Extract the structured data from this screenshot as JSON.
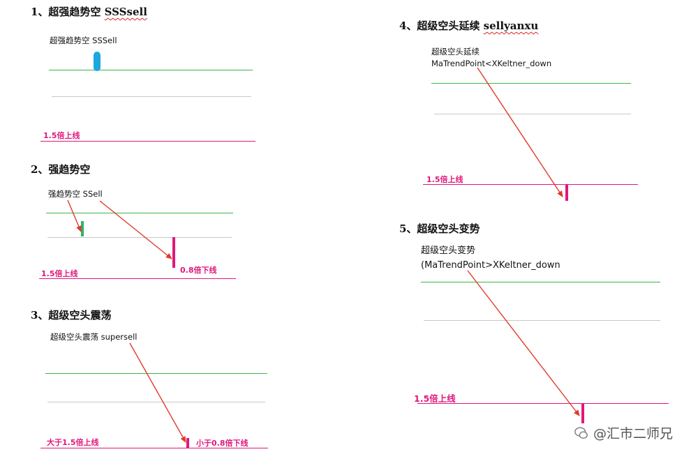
{
  "sections": {
    "s1": {
      "heading": "1、超强趋势空 ",
      "heading_code": "SSSsell",
      "label": "超强趋势空  SSSell",
      "band_label": "1.5倍上线"
    },
    "s2": {
      "heading": "2、强趋势空",
      "label": "强趋势空 SSell",
      "band_label": "1.5倍上线",
      "lower_label": "0.8倍下线"
    },
    "s3": {
      "heading": "3、超级空头震荡",
      "label": "超级空头震荡 supersell",
      "band_label": "大于1.5倍上线",
      "lower_label": "小于0.8倍下线"
    },
    "s4": {
      "heading": "4、超级空头延续 ",
      "heading_code": "sellyanxu",
      "label_line1": "超级空头延续",
      "label_line2": "MaTrendPoint<XKeltner_down",
      "band_label": "1.5倍上线"
    },
    "s5": {
      "heading": "5、超级空头变势",
      "label_line1": "超级空头变势",
      "label_line2": "(MaTrendPoint>XKeltner_down",
      "band_label": "1.5倍上线"
    }
  },
  "watermark": "@汇市二师兄",
  "colors": {
    "green_line": "#3cb44b",
    "gray_line": "#c8c8c8",
    "pink_line": "#e0187c",
    "arrow": "#e03a2a",
    "pill": "#1ca7e0"
  }
}
